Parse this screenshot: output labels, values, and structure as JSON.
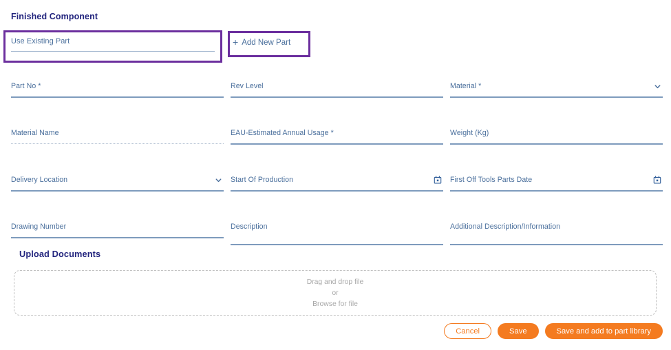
{
  "section": {
    "finished_component_title": "Finished Component",
    "upload_documents_title": "Upload Documents"
  },
  "part_selector": {
    "use_existing_label": "Use Existing Part",
    "add_new_label": "Add New Part",
    "add_new_plus": "+"
  },
  "form": {
    "rows": [
      {
        "fields": [
          {
            "label": "Part No *",
            "icon": "none",
            "state": "enabled"
          },
          {
            "label": "Rev Level",
            "icon": "none",
            "state": "enabled"
          },
          {
            "label": "Material *",
            "icon": "chevron-down-icon",
            "state": "enabled"
          }
        ]
      },
      {
        "fields": [
          {
            "label": "Material Name",
            "icon": "none",
            "state": "disabled"
          },
          {
            "label": "EAU-Estimated Annual Usage *",
            "icon": "none",
            "state": "enabled"
          },
          {
            "label": "Weight (Kg)",
            "icon": "none",
            "state": "enabled"
          }
        ]
      },
      {
        "fields": [
          {
            "label": "Delivery Location",
            "icon": "chevron-down-icon",
            "state": "enabled"
          },
          {
            "label": "Start Of Production",
            "icon": "calendar-icon",
            "state": "enabled"
          },
          {
            "label": "First Off Tools Parts Date",
            "icon": "calendar-icon",
            "state": "enabled"
          }
        ]
      },
      {
        "fields": [
          {
            "label": "Drawing Number",
            "icon": "none",
            "state": "enabled"
          },
          {
            "label": "Description",
            "icon": "none",
            "state": "enabled",
            "underline": "lowered"
          },
          {
            "label": "Additional Description/Information",
            "icon": "none",
            "state": "enabled",
            "underline": "lowered"
          }
        ]
      }
    ]
  },
  "upload": {
    "drag_text": "Drag and drop file",
    "or_text": "or",
    "browse_text": "Browse for file"
  },
  "footer": {
    "cancel_label": "Cancel",
    "save_label": "Save",
    "save_library_label": "Save and add to part library"
  },
  "colors": {
    "accent_orange": "#f47b20",
    "heading_navy": "#23257e",
    "label_blue": "#4a6f9c",
    "underline_blue": "#7e9bbd",
    "annotation_purple": "#6c2f9e",
    "dropzone_grey": "#bfbfbf",
    "placeholder_grey": "#a8a8a8"
  }
}
